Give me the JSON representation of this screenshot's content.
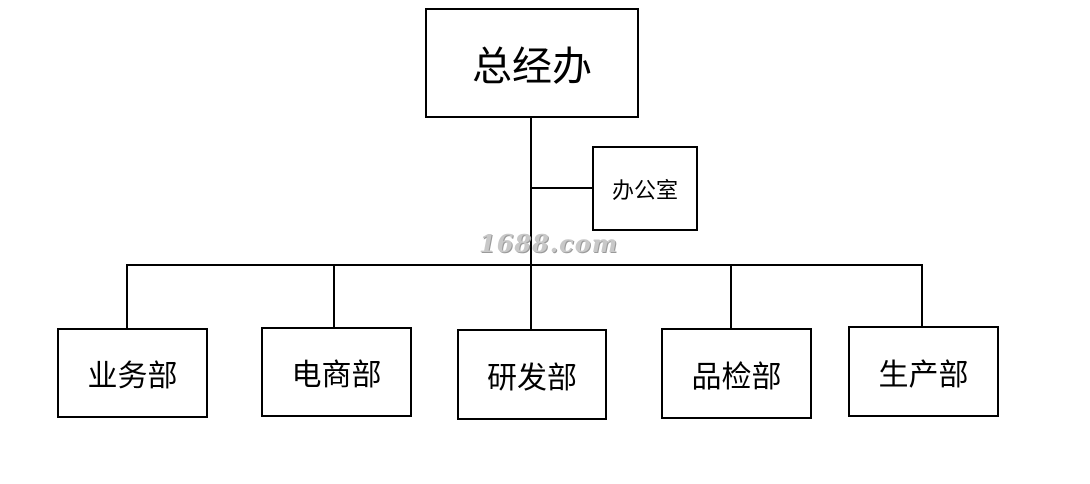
{
  "org_chart": {
    "root": {
      "label": "总经办"
    },
    "assistant": {
      "label": "办公室"
    },
    "departments": [
      {
        "label": "业务部"
      },
      {
        "label": "电商部"
      },
      {
        "label": "研发部"
      },
      {
        "label": "品检部"
      },
      {
        "label": "生产部"
      }
    ]
  },
  "watermark": {
    "text": "1688.com"
  },
  "colors": {
    "line": "#000000",
    "box_border": "#000000",
    "background": "#ffffff",
    "watermark": "#c8c8c8"
  }
}
